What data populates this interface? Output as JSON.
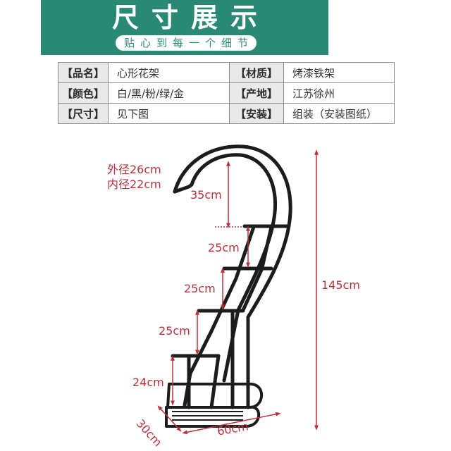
{
  "header": {
    "title": "尺寸展示",
    "subtitle": "贴心到每一个细节",
    "background_color": "#2a8975"
  },
  "spec_table": {
    "rows": [
      {
        "label_left": "【品名】",
        "value_left": "心形花架",
        "label_right": "【材质】",
        "value_right": "烤漆铁架"
      },
      {
        "label_left": "【颜色】",
        "value_left": "白/黑/粉/绿/金",
        "label_right": "【产地】",
        "value_right": "江苏徐州"
      },
      {
        "label_left": "【尺寸】",
        "value_left": "见下图",
        "label_right": "【安装】",
        "value_right": "组装（安装图纸）"
      }
    ]
  },
  "diagram": {
    "accent_color": "#b8323c",
    "outer_diameter": "外径26cm",
    "inner_diameter": "内径22cm",
    "dim_arch": "35cm",
    "dim_tier1": "25cm",
    "dim_tier2": "25cm",
    "dim_tier3": "25cm",
    "dim_base": "24cm",
    "total_height": "145cm",
    "depth": "30cm",
    "width": "60cm"
  }
}
